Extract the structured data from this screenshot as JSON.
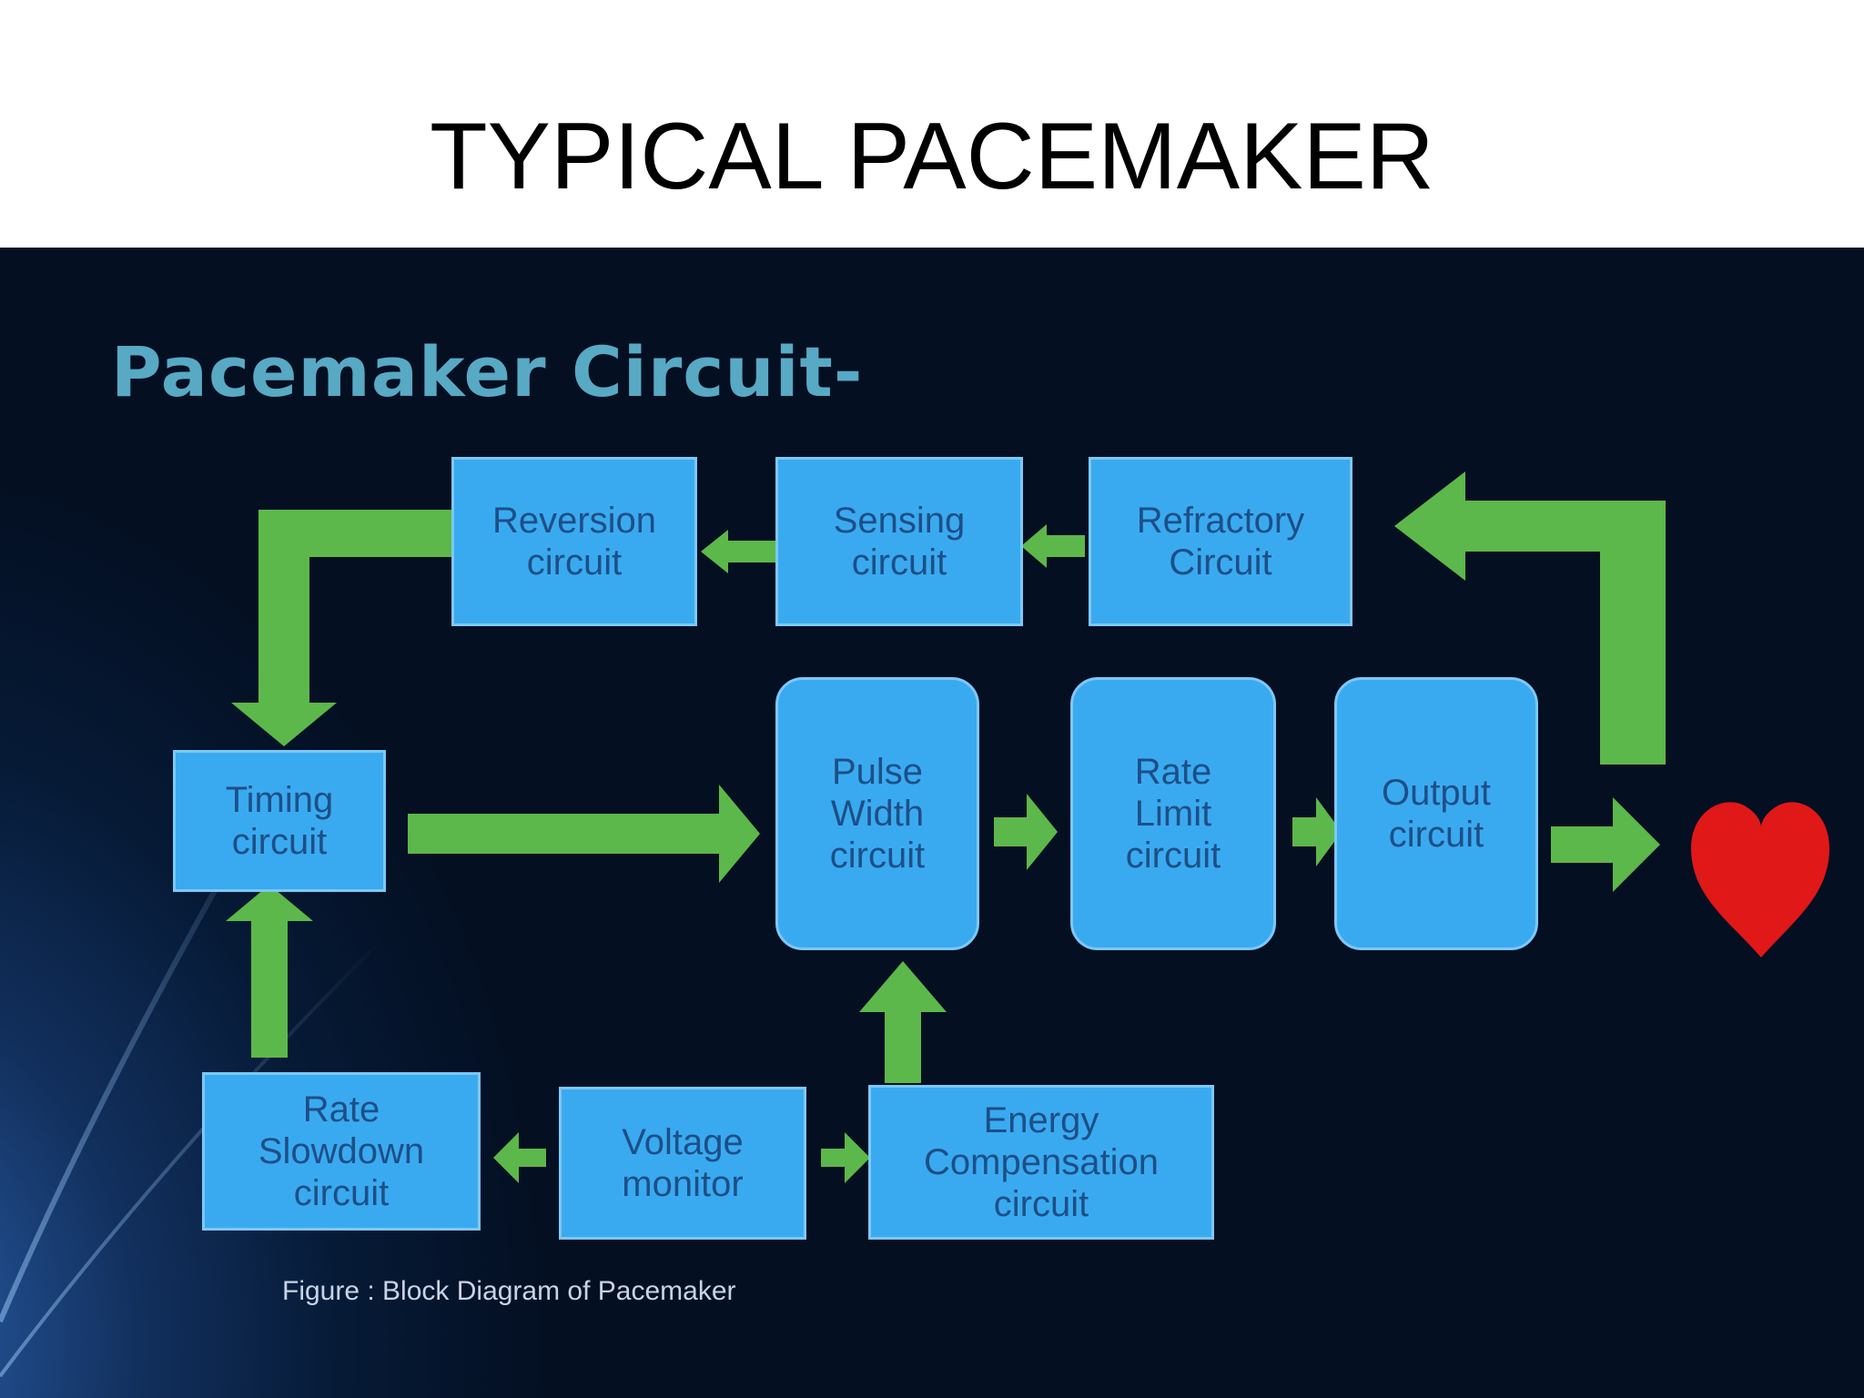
{
  "title": "TYPICAL PACEMAKER",
  "diagram": {
    "heading": "Pacemaker Circuit-",
    "blocks": {
      "reversion": "Reversion\ncircuit",
      "sensing": "Sensing\ncircuit",
      "refractory": "Refractory\nCircuit",
      "timing": "Timing\ncircuit",
      "pulse_width": "Pulse\nWidth\ncircuit",
      "rate_limit": "Rate\nLimit\ncircuit",
      "output": "Output\ncircuit",
      "rate_slowdown": "Rate\nSlowdown\ncircuit",
      "voltage_monitor": "Voltage\nmonitor",
      "energy_compensation": "Energy\nCompensation\ncircuit"
    },
    "caption": "Figure : Block Diagram of Pacemaker"
  },
  "colors": {
    "block_fill": "#3aaaf0",
    "arrow_green": "#5cb84a",
    "heart_red": "#e01818",
    "heading": "#58a9c4"
  },
  "icons": [
    "heart-icon"
  ]
}
